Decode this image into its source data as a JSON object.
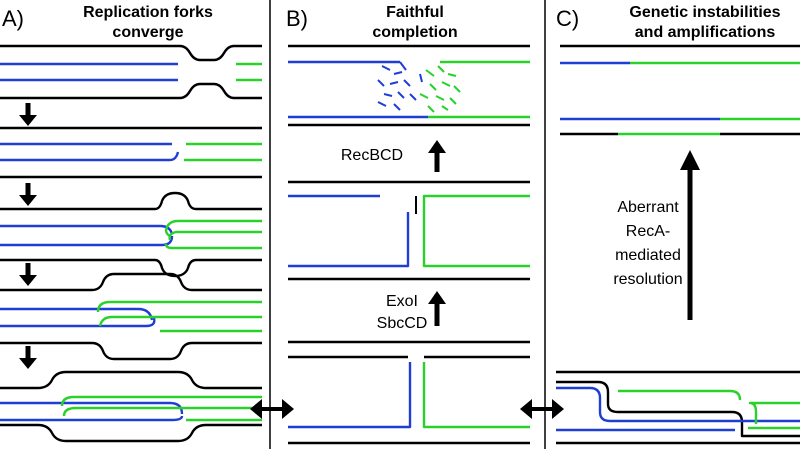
{
  "panels": {
    "a": {
      "letter": "A)",
      "title_line1": "Replication forks",
      "title_line2": "converge"
    },
    "b": {
      "letter": "B)",
      "title_line1": "Faithful",
      "title_line2": "completion"
    },
    "c": {
      "letter": "C)",
      "title_line1": "Genetic instabilities",
      "title_line2": "and amplifications"
    }
  },
  "labels": {
    "recbcd": "RecBCD",
    "exoi": "ExoI",
    "sbccd": "SbcCD",
    "aberrant_line1": "Aberrant",
    "aberrant_line2": "RecA-",
    "aberrant_line3": "mediated",
    "aberrant_line4": "resolution"
  },
  "colors": {
    "leftward_fork_strand": "#1f3fd4",
    "rightward_fork_strand": "#2bd12b",
    "parental_strand": "#000000"
  }
}
